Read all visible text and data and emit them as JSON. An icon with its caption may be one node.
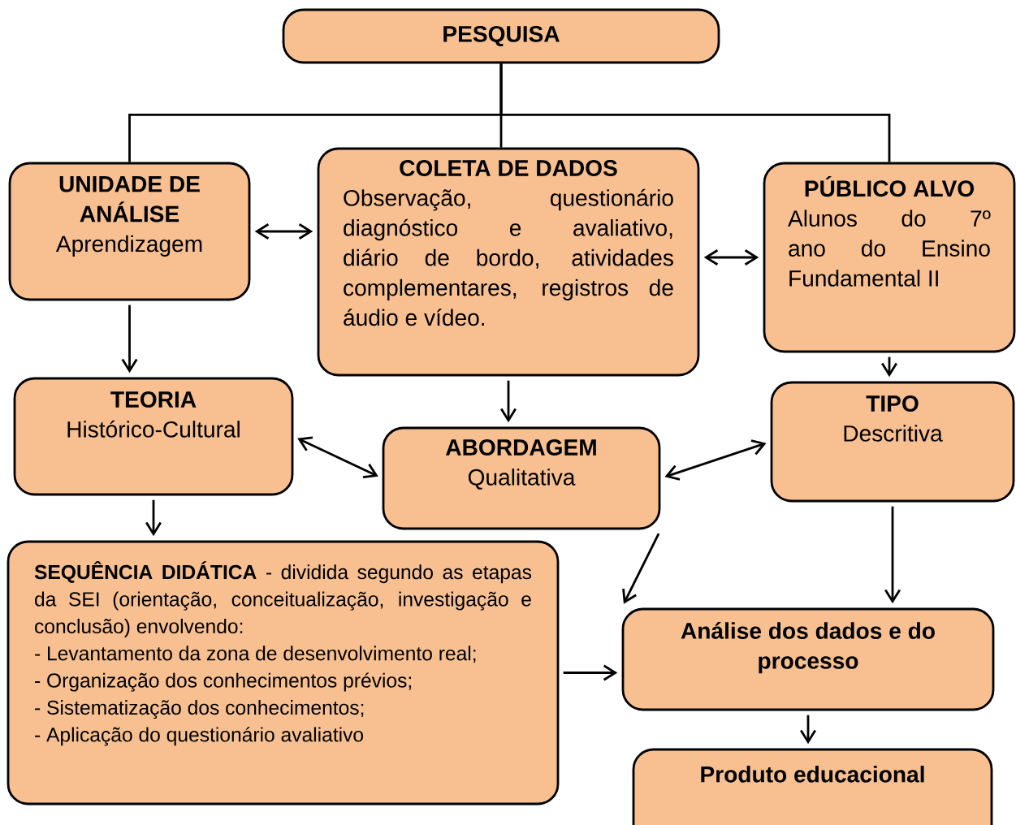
{
  "diagram": {
    "nodes": [
      {
        "text": [
          "PESQUISA"
        ]
      },
      {
        "text": [
          "UNIDADE DE ANÁLISE",
          "Aprendizagem"
        ]
      },
      {
        "text": [
          "COLETA DE DADOS",
          "Observação, questionário diagnóstico e avaliativo, diário de bordo, atividades complementares, registros de áudio e vídeo."
        ]
      },
      {
        "text": [
          "PÚBLICO ALVO",
          "Alunos do 7º ano do Ensino Fundamental II"
        ]
      },
      {
        "text": [
          "TEORIA",
          "Histórico-Cultural"
        ]
      },
      {
        "text": [
          "ABORDAGEM",
          "Qualitativa"
        ]
      },
      {
        "text": [
          "TIPO",
          "Descritiva"
        ]
      },
      {
        "text": [
          "**SEQUÊNCIA DIDÁTICA** - dividida segundo as etapas da SEI (orientação, conceitualização, investigação e conclusão) envolvendo:",
          "- Levantamento da zona de desenvolvimento real;",
          "- Organização dos conhecimentos prévios;",
          "- Sistematização dos conhecimentos;",
          "- Aplicação do questionário avaliativo"
        ]
      },
      {
        "text": [
          "Análise dos dados e do processo"
        ]
      },
      {
        "text": [
          "Produto educacional"
        ]
      }
    ],
    "edges": [
      {
        "from": 0,
        "to": 1,
        "arrow": "none"
      },
      {
        "from": 0,
        "to": 2,
        "arrow": "none"
      },
      {
        "from": 0,
        "to": 3,
        "arrow": "none"
      },
      {
        "from": 1,
        "to": 2,
        "arrow": "both"
      },
      {
        "from": 2,
        "to": 3,
        "arrow": "both"
      },
      {
        "from": 1,
        "to": 4,
        "arrow": "to"
      },
      {
        "from": 2,
        "to": 5,
        "arrow": "to"
      },
      {
        "from": 3,
        "to": 6,
        "arrow": "to"
      },
      {
        "from": 4,
        "to": 5,
        "arrow": "both"
      },
      {
        "from": 5,
        "to": 6,
        "arrow": "both"
      },
      {
        "from": 4,
        "to": 7,
        "arrow": "to"
      },
      {
        "from": 5,
        "to": 8,
        "arrow": "to"
      },
      {
        "from": 6,
        "to": 8,
        "arrow": "to"
      },
      {
        "from": 7,
        "to": 8,
        "arrow": "to"
      },
      {
        "from": 8,
        "to": 9,
        "arrow": "to"
      }
    ]
  }
}
